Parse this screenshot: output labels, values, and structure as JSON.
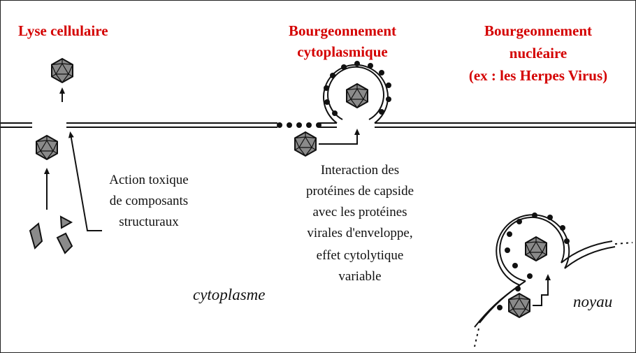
{
  "titles": {
    "lyse": "Lyse cellulaire",
    "bourg_cyto_1": "Bourgeonnement",
    "bourg_cyto_2": "cytoplasmique",
    "bourg_nuc_1": "Bourgeonnement",
    "bourg_nuc_2": "nucléaire",
    "bourg_nuc_3": "(ex : les Herpes Virus)"
  },
  "captions": {
    "toxic_1": "Action toxique",
    "toxic_2": "de composants",
    "toxic_3": "structuraux",
    "interaction_1": "Interaction des",
    "interaction_2": "protéines de capside",
    "interaction_3": "avec les protéines",
    "interaction_4": "virales d'enveloppe,",
    "interaction_5": "effet cytolytique",
    "interaction_6": "variable"
  },
  "regions": {
    "cytoplasm": "cytoplasme",
    "nucleus": "noyau"
  },
  "colors": {
    "title": "#d40000",
    "ink": "#111111",
    "capsid_fill": "#8a8a8a"
  }
}
